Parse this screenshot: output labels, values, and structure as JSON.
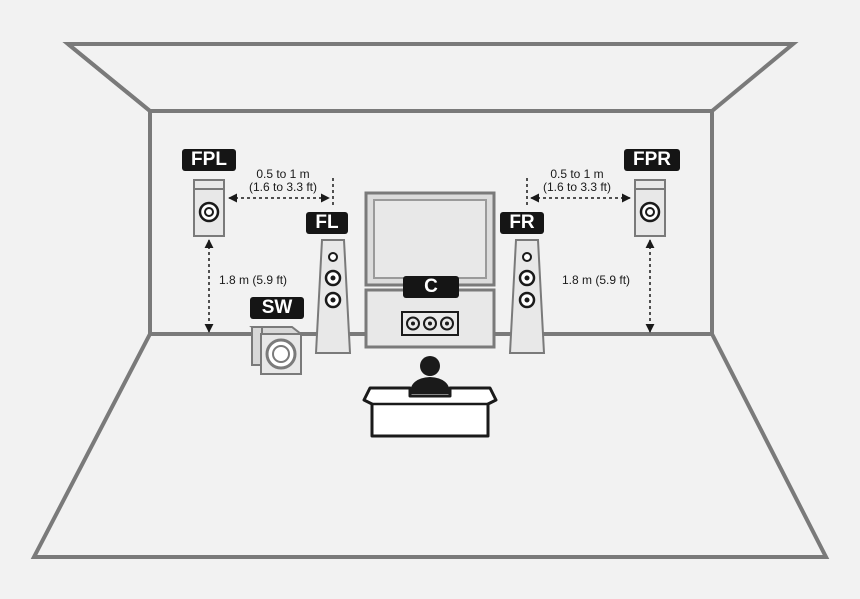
{
  "speakers": {
    "fpl": "FPL",
    "fpr": "FPR",
    "fl": "FL",
    "fr": "FR",
    "center": "C",
    "subwoofer": "SW"
  },
  "dimensions": {
    "front_presence_spacing_metric": "0.5 to 1 m",
    "front_presence_spacing_imperial": "(1.6 to 3.3 ft)",
    "front_presence_height": "1.8 m (5.9 ft)"
  },
  "colors": {
    "background": "#f2f2f2",
    "line": "#7a7a7a",
    "speaker_fill": "#e8e8e8",
    "label_bg": "#151515",
    "label_text": "#ffffff",
    "dark": "#1a1a1a"
  },
  "icons": {
    "listener": "person-icon",
    "sofa": "sofa-icon",
    "tv": "tv-icon"
  }
}
